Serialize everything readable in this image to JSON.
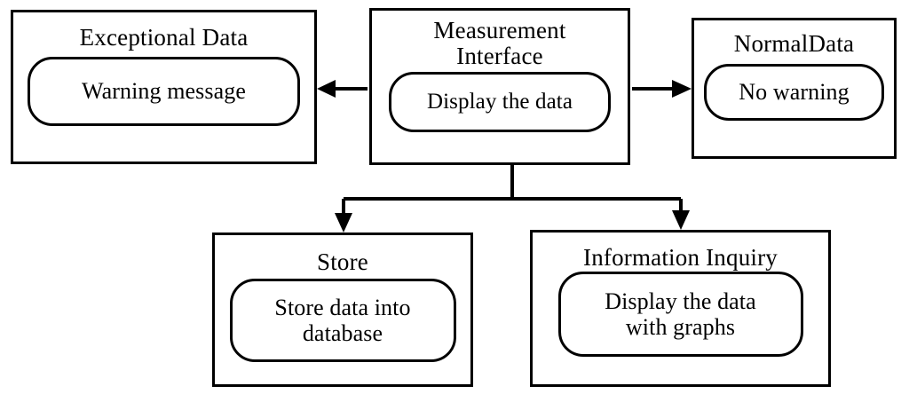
{
  "diagram": {
    "type": "block-diagram",
    "background_color": "#ffffff",
    "line_color": "#000000",
    "text_color": "#000000",
    "nodes": [
      {
        "id": "exceptional-data",
        "title": "Exceptional Data",
        "inner_label": "Warning message"
      },
      {
        "id": "measurement-interface",
        "title": "Measurement\nInterface",
        "inner_label": "Display the data"
      },
      {
        "id": "normal-data",
        "title": "NormalData",
        "inner_label": "No warning"
      },
      {
        "id": "store",
        "title": "Store",
        "inner_label": "Store data into\ndatabase"
      },
      {
        "id": "information-inquiry",
        "title": "Information Inquiry",
        "inner_label": "Display the data\nwith graphs"
      }
    ],
    "edges": [
      {
        "from": "measurement-interface",
        "to": "exceptional-data",
        "direction": "left"
      },
      {
        "from": "measurement-interface",
        "to": "normal-data",
        "direction": "right"
      },
      {
        "from": "measurement-interface",
        "to": "store",
        "direction": "down"
      },
      {
        "from": "measurement-interface",
        "to": "information-inquiry",
        "direction": "down"
      }
    ]
  }
}
